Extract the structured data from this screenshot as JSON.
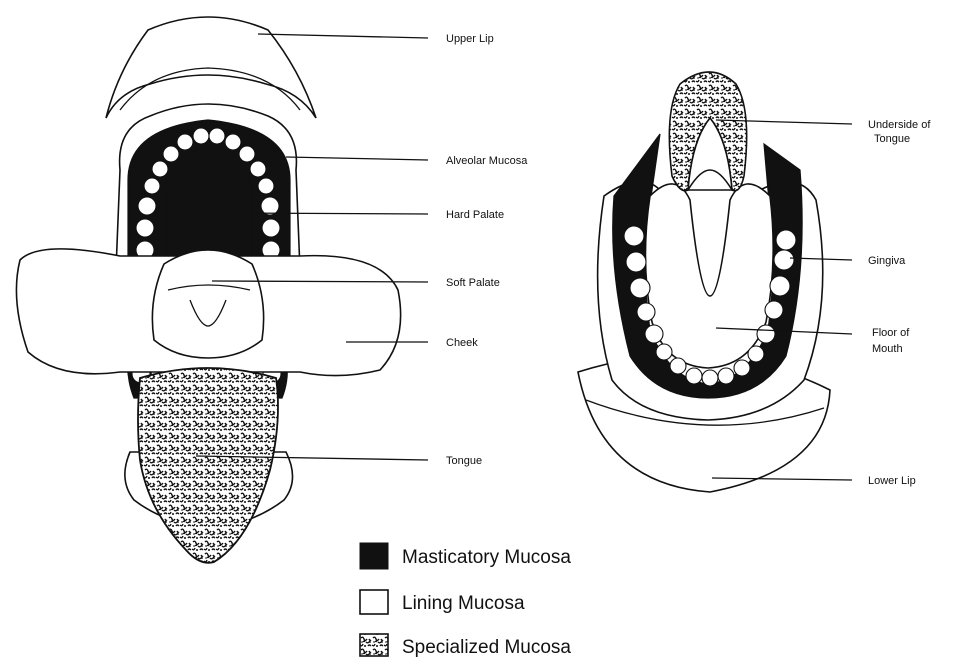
{
  "labels": {
    "upper_lip": "Upper Lip",
    "alveolar_mucosa": "Alveolar Mucosa",
    "hard_palate": "Hard Palate",
    "soft_palate": "Soft Palate",
    "cheek": "Cheek",
    "tongue": "Tongue",
    "underside_of_tongue_1": "Underside of",
    "underside_of_tongue_2": "Tongue",
    "gingiva": "Gingiva",
    "floor_of_mouth_1": "Floor of",
    "floor_of_mouth_2": "Mouth",
    "lower_lip": "Lower Lip"
  },
  "legend": {
    "masticatory": "Masticatory Mucosa",
    "lining": "Lining Mucosa",
    "specialized": "Specialized Mucosa"
  },
  "colors": {
    "ink": "#111111",
    "paper": "#ffffff"
  }
}
